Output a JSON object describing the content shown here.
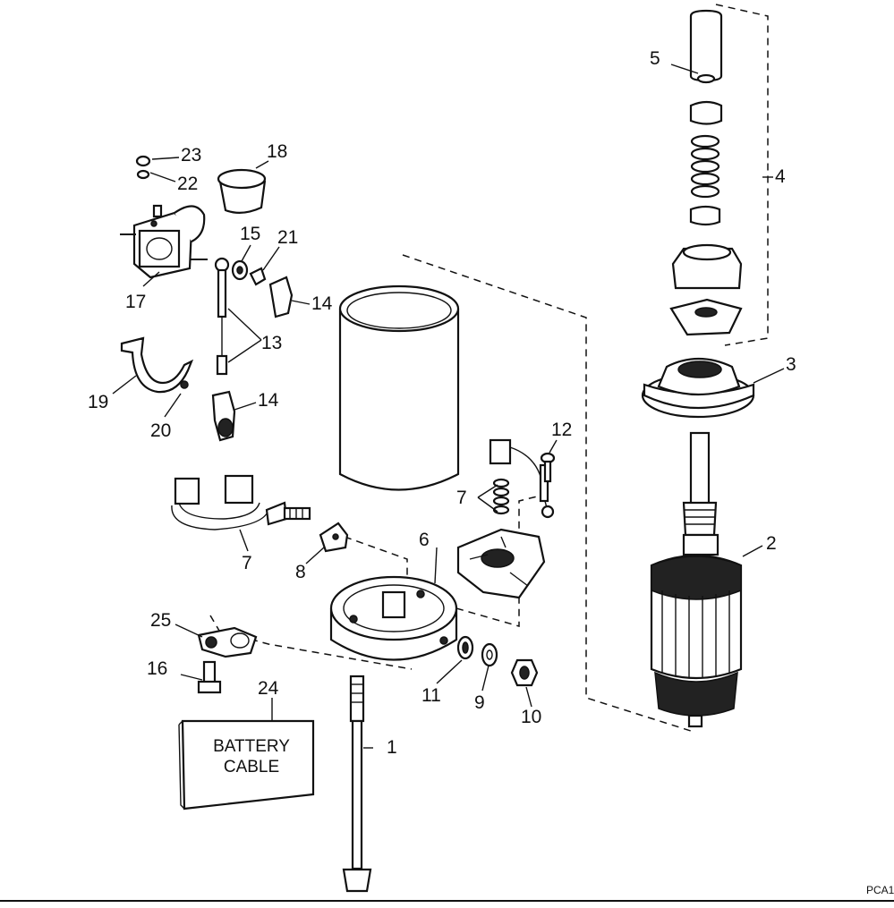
{
  "callouts": [
    "1",
    "2",
    "3",
    "4",
    "5",
    "6",
    "7",
    "7",
    "8",
    "9",
    "10",
    "11",
    "12",
    "13",
    "14",
    "14",
    "15",
    "16",
    "17",
    "18",
    "19",
    "20",
    "21",
    "22",
    "23",
    "24",
    "25"
  ],
  "battery_label_line1": "BATTERY",
  "battery_label_line2": "CABLE",
  "drawing_code": "PCA1"
}
